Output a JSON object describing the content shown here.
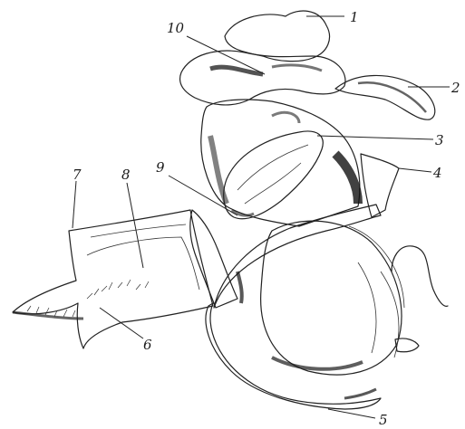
{
  "labels": {
    "l1": "1",
    "l2": "2",
    "l3": "3",
    "l4": "4",
    "l5": "5",
    "l6": "6",
    "l7": "7",
    "l8": "8",
    "l9": "9",
    "l10": "10"
  },
  "colors": {
    "ink": "#222222",
    "shade": "#1a1a1a",
    "paper": "#ffffff"
  }
}
